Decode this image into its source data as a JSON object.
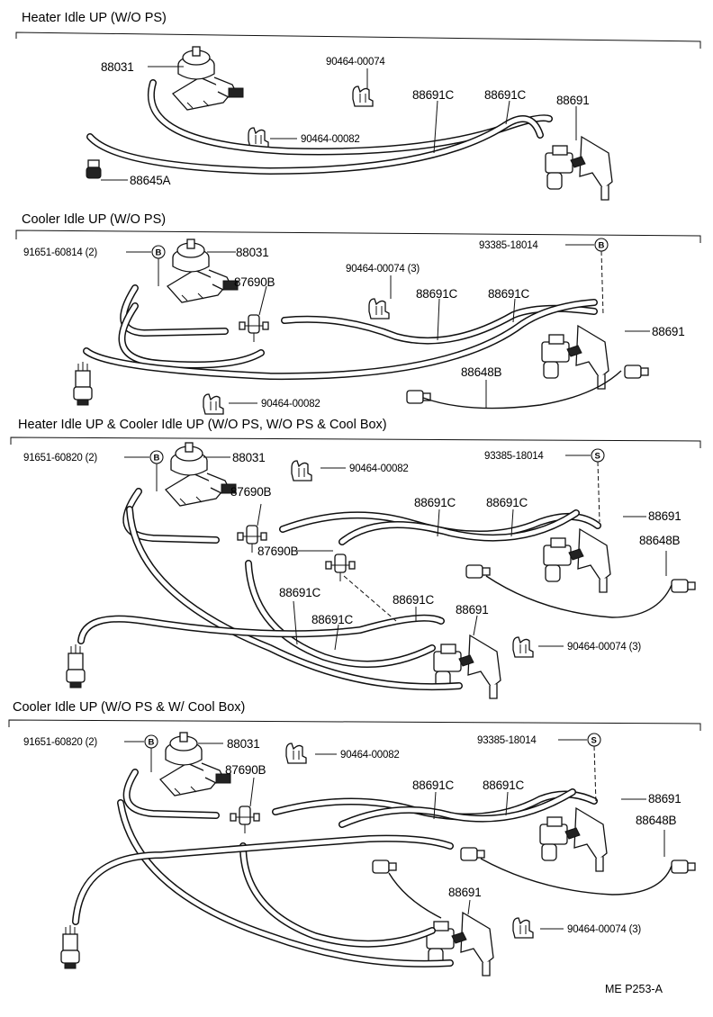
{
  "sections": [
    {
      "title": "Heater Idle UP (W/O PS)",
      "labels": {
        "valve": "88031",
        "clamp_top": "90464-00074",
        "hose_a": "88691C",
        "hose_b": "88691C",
        "vsv": "88691",
        "clamp_bottom": "90464-00082",
        "plug": "88645A"
      }
    },
    {
      "title": "Cooler Idle UP (W/O PS)",
      "labels": {
        "bolt": "91651-60814 (2)",
        "bolt_mark": "B",
        "valve": "88031",
        "tee": "87690B",
        "clamp_top": "90464-00074 (3)",
        "hose_a": "88691C",
        "hose_b": "88691C",
        "screw": "93385-18014",
        "screw_mark": "B",
        "vsv": "88691",
        "wire": "88648B",
        "clamp_bottom": "90464-00082"
      }
    },
    {
      "title": "Heater Idle UP & Cooler Idle UP (W/O PS, W/O PS & Cool Box)",
      "labels": {
        "bolt": "91651-60820 (2)",
        "bolt_mark": "B",
        "valve": "88031",
        "clamp_top": "90464-00082",
        "screw": "93385-18014",
        "screw_mark": "S",
        "tee_a": "87690B",
        "tee_b": "87690B",
        "hose_a": "88691C",
        "hose_b": "88691C",
        "vsv_a": "88691",
        "wire": "88648B",
        "hose_c": "88691C",
        "hose_d": "88691C",
        "hose_e": "88691C",
        "vsv_b": "88691",
        "clamp_bottom": "90464-00074 (3)"
      }
    },
    {
      "title": "Cooler Idle UP (W/O PS & W/ Cool Box)",
      "labels": {
        "bolt": "91651-60820 (2)",
        "bolt_mark": "B",
        "valve": "88031",
        "clamp_top": "90464-00082",
        "screw": "93385-18014",
        "screw_mark": "S",
        "tee": "87690B",
        "hose_a": "88691C",
        "hose_b": "88691C",
        "vsv_a": "88691",
        "wire": "88648B",
        "vsv_b": "88691",
        "clamp_bottom": "90464-00074 (3)"
      }
    }
  ],
  "footer": "ME  P253-A"
}
